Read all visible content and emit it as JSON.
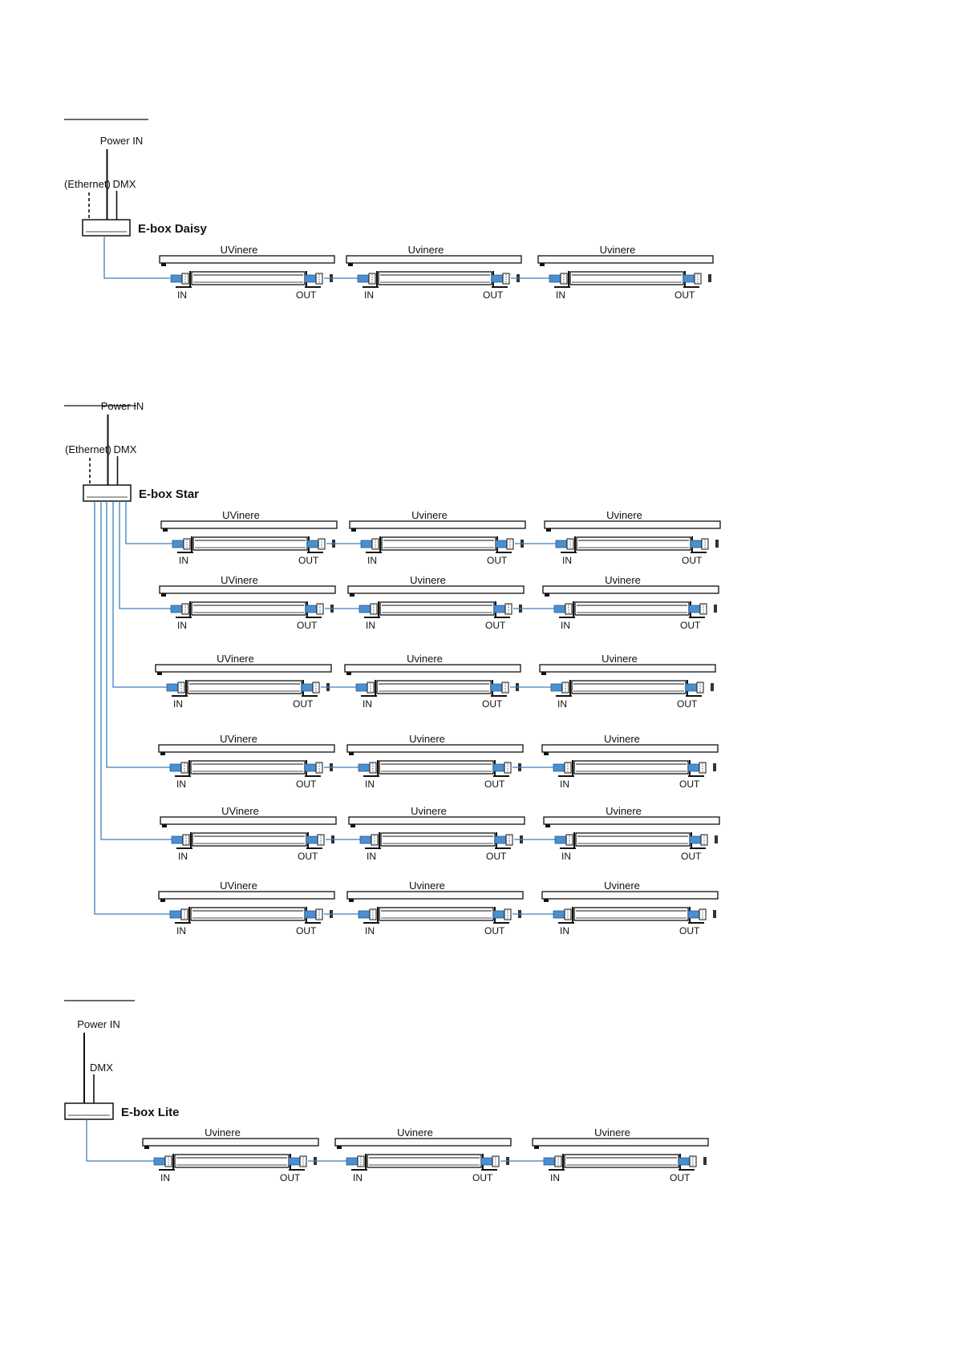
{
  "colors": {
    "cable": "#3a7fc1",
    "connector": "#4a8fd0",
    "line": "#111111"
  },
  "sections": [
    {
      "id": "daisy",
      "power_label": "Power IN",
      "ethernet_label": "(Ethernet)",
      "dmx_label": "DMX",
      "box_label": "E-box Daisy",
      "chains": [
        [
          {
            "name": "UVinere",
            "in_label": "IN",
            "out_label": "OUT"
          },
          {
            "name": "Uvinere",
            "in_label": "IN",
            "out_label": "OUT"
          },
          {
            "name": "Uvinere",
            "in_label": "IN",
            "out_label": "OUT"
          }
        ]
      ]
    },
    {
      "id": "star",
      "power_label": "Power IN",
      "ethernet_label": "(Ethernet)",
      "dmx_label": "DMX",
      "box_label": "E-box Star",
      "chains": [
        [
          {
            "name": "UVinere",
            "in_label": "IN",
            "out_label": "OUT"
          },
          {
            "name": "Uvinere",
            "in_label": "IN",
            "out_label": "OUT"
          },
          {
            "name": "Uvinere",
            "in_label": "IN",
            "out_label": "OUT"
          }
        ],
        [
          {
            "name": "UVinere",
            "in_label": "IN",
            "out_label": "OUT"
          },
          {
            "name": "Uvinere",
            "in_label": "IN",
            "out_label": "OUT"
          },
          {
            "name": "Uvinere",
            "in_label": "IN",
            "out_label": "OUT"
          }
        ],
        [
          {
            "name": "UVinere",
            "in_label": "IN",
            "out_label": "OUT"
          },
          {
            "name": "Uvinere",
            "in_label": "IN",
            "out_label": "OUT"
          },
          {
            "name": "Uvinere",
            "in_label": "IN",
            "out_label": "OUT"
          }
        ],
        [
          {
            "name": "UVinere",
            "in_label": "IN",
            "out_label": "OUT"
          },
          {
            "name": "Uvinere",
            "in_label": "IN",
            "out_label": "OUT"
          },
          {
            "name": "Uvinere",
            "in_label": "IN",
            "out_label": "OUT"
          }
        ],
        [
          {
            "name": "UVinere",
            "in_label": "IN",
            "out_label": "OUT"
          },
          {
            "name": "Uvinere",
            "in_label": "IN",
            "out_label": "OUT"
          },
          {
            "name": "Uvinere",
            "in_label": "IN",
            "out_label": "OUT"
          }
        ],
        [
          {
            "name": "UVinere",
            "in_label": "IN",
            "out_label": "OUT"
          },
          {
            "name": "Uvinere",
            "in_label": "IN",
            "out_label": "OUT"
          },
          {
            "name": "Uvinere",
            "in_label": "IN",
            "out_label": "OUT"
          }
        ]
      ]
    },
    {
      "id": "lite",
      "power_label": "Power IN",
      "ethernet_label": "",
      "dmx_label": "DMX",
      "box_label": "E-box Lite",
      "chains": [
        [
          {
            "name": "Uvinere",
            "in_label": "IN",
            "out_label": "OUT"
          },
          {
            "name": "Uvinere",
            "in_label": "IN",
            "out_label": "OUT"
          },
          {
            "name": "Uvinere",
            "in_label": "IN",
            "out_label": "OUT"
          }
        ]
      ]
    }
  ]
}
